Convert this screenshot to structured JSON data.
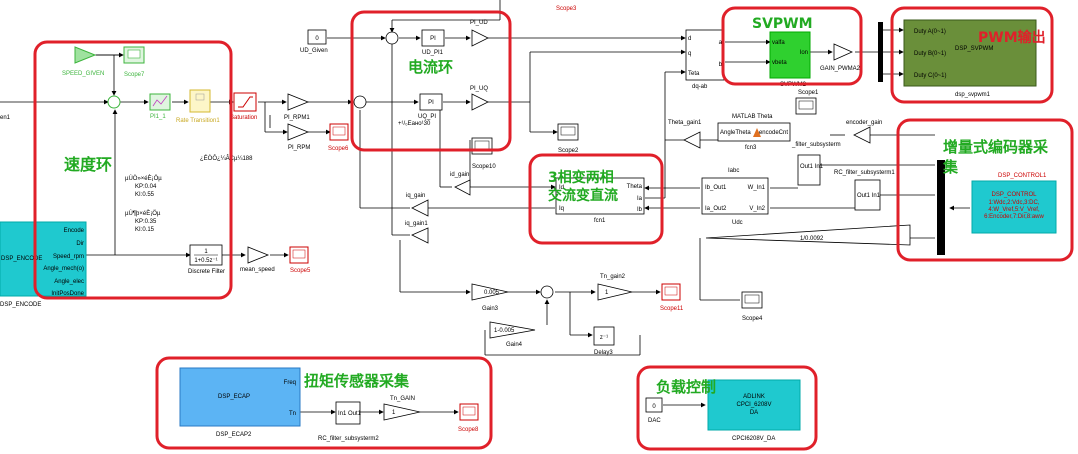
{
  "speed": {
    "given_const": "0",
    "given_label": "UD_Given",
    "speed_given_label": "SPEED_GIVEN",
    "scope7": "Scope7",
    "pi1_label": "PI1_1",
    "rate_transition": "Rate Transition1",
    "saturation": "Saturation",
    "pi_rpm1": "PI_RPM1",
    "pi_rpm": "PI_RPM",
    "scope6": "Scope6",
    "note1": "¿ÉÒÔ¿¼ÂÇµ¼188",
    "param1_title": "µÚÒ»×éÈ¡Öµ",
    "param1_kp": "KP:0.04",
    "param1_ki": "KI:0.55",
    "param2_title": "µÚ¶þ×éÈ¡Öµ",
    "param2_kp": "KP:0.35",
    "param2_ki": "KI:0.15",
    "filter_num": "1",
    "filter_den": "1+0.5z⁻¹",
    "filter_label": "Discrete Filter",
    "mean_speed": "mean_speed",
    "scope5": "Scope5",
    "enc_block": "DSP_ENCODE",
    "enc_ports": [
      "Encode",
      "Dir",
      "Speed_rpm",
      "Angle_mech(o)",
      "Angle_elec",
      "InitPosDone"
    ],
    "left_wire_label": "en1"
  },
  "current": {
    "pi_ud": "PI_UD",
    "ud_pi1": "UD_PI1",
    "pi_uq": "PI_UQ",
    "uq_pi": "UQ_PI",
    "pi_block": "PI",
    "uq_pi_sub": "+¹/₀Eaно¹30",
    "scope3": "Scope3",
    "scope2": "Scope2",
    "scope10": "Scope10",
    "id_gain": "id_gain",
    "iq_gain": "iq_gain",
    "iq_gain1": "iq_gain1"
  },
  "transform": {
    "dqab": "dq-ab",
    "dqab_ports_in": [
      "d",
      "q",
      "Teta"
    ],
    "dqab_ports_out": [
      "a",
      "b"
    ],
    "fcn1": "fcn1",
    "fcn1_ports": [
      "Theta",
      "Ia",
      "Ib"
    ],
    "fcn1_out": [
      "Id",
      "Iq"
    ],
    "theta_gain1": "Theta_gain1",
    "matlab_theta": "MATLAB Theta",
    "fcn3": "fcn3",
    "fcn3_in": "AngleTheta",
    "fcn3_out": "encodeCnt",
    "labc": "Iabc",
    "udc": "Udc",
    "ib_out1": "Ib_Out1",
    "ia_out2": "Ia_Out2",
    "w_in1": "W_In1",
    "v_in2": "V_In2",
    "filter_sub": "_filter_subsysterm",
    "rc_filter1": "RC_filter_subsysterm1",
    "out1": "Out1 In1",
    "gain_const": "1/0.0092",
    "scope4": "Scope4",
    "scope1": "Scope1",
    "encoder_gain": "encoder_gain"
  },
  "svpwm": {
    "block": "SVPWM",
    "ports_in": [
      "valfa",
      "vbeta"
    ],
    "port_out": "Ion",
    "sub": "SVPWM2",
    "gain": "GAIN_PWMA2",
    "dsp_block": "DSP_SVPWM",
    "dsp_ports": [
      "Duty A(0~1)",
      "Duty B(0~1)",
      "Duty C(0~1)"
    ],
    "dsp_label": "dsp_svpwm1"
  },
  "control": {
    "block_title": "DSP_CONTROL1",
    "lines": [
      "DSP_CONTROL",
      "1:Wdc,2:Vdc,3:DC,",
      "4:W_Vref,5:V_Vref,",
      "6:Encoder,7:Dir,8:aww"
    ]
  },
  "torque": {
    "tn_gain2": "Tn_gain2",
    "gain3": "0.005",
    "gain3_label": "Gain3",
    "gain4": "1-0.005",
    "gain4_label": "Gain4",
    "delay": "z⁻¹",
    "delay_label": "Delay3",
    "scope11": "Scope11",
    "ecap_block": "DSP_ECAP",
    "ecap_label": "DSP_ECAP2",
    "ecap_ports": [
      "Freq",
      "Tn"
    ],
    "rc2": "RC_filter_subsysterm2",
    "rc2_inner": "In1 Out1",
    "tn_gain": "Tn_GAIN",
    "gain_one": "1",
    "scope8": "Scope8"
  },
  "load": {
    "dac_const": "0",
    "dac_label": "DAC",
    "adlink_lines": [
      "ADLINK",
      "CPCI_6208V",
      "DA"
    ],
    "adlink_label": "CPCI6208V_DA"
  },
  "annotations": {
    "speed_loop": "速度环",
    "current_loop": "电流环",
    "svpwm": "SVPWM",
    "pwm_out": "PWM输出",
    "encoder": "增量式编码器采集",
    "transform": "3相变两相交流变直流",
    "torque": "扭矩传感器采集",
    "load": "负载控制"
  },
  "colors": {
    "highlight": "#e0202a",
    "green_gain": "#3cb43c",
    "svpwm_green": "#2fd02f",
    "pwm_dark": "#6a8f3a",
    "cyan": "#1fc9cf",
    "blue": "#5cb4f4",
    "annotation_green": "#22aa22",
    "annotation_red": "#e0202a"
  }
}
